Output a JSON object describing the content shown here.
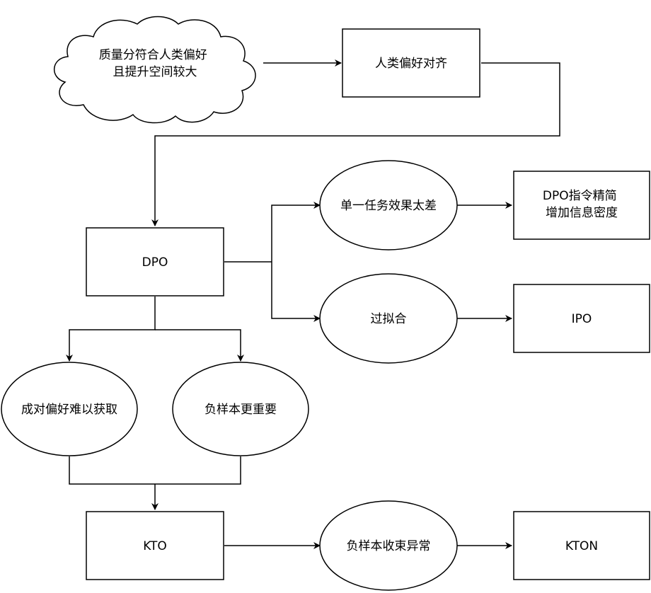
{
  "nodes": {
    "cloud_quality": {
      "lines": [
        "质量分符合人类偏好",
        "且提升空间较大"
      ]
    },
    "human_pref": {
      "lines": [
        "人类偏好对齐"
      ]
    },
    "dpo": {
      "lines": [
        "DPO"
      ]
    },
    "single_task": {
      "lines": [
        "单一任务效果太差"
      ]
    },
    "dpo_instr": {
      "lines": [
        "DPO指令精简",
        "增加信息密度"
      ]
    },
    "overfit": {
      "lines": [
        "过拟合"
      ]
    },
    "ipo": {
      "lines": [
        "IPO"
      ]
    },
    "pair_hard": {
      "lines": [
        "成对偏好难以获取"
      ]
    },
    "neg_important": {
      "lines": [
        "负样本更重要"
      ]
    },
    "kto": {
      "lines": [
        "KTO"
      ]
    },
    "neg_converge": {
      "lines": [
        "负样本收束异常"
      ]
    },
    "kton": {
      "lines": [
        "KTON"
      ]
    }
  }
}
